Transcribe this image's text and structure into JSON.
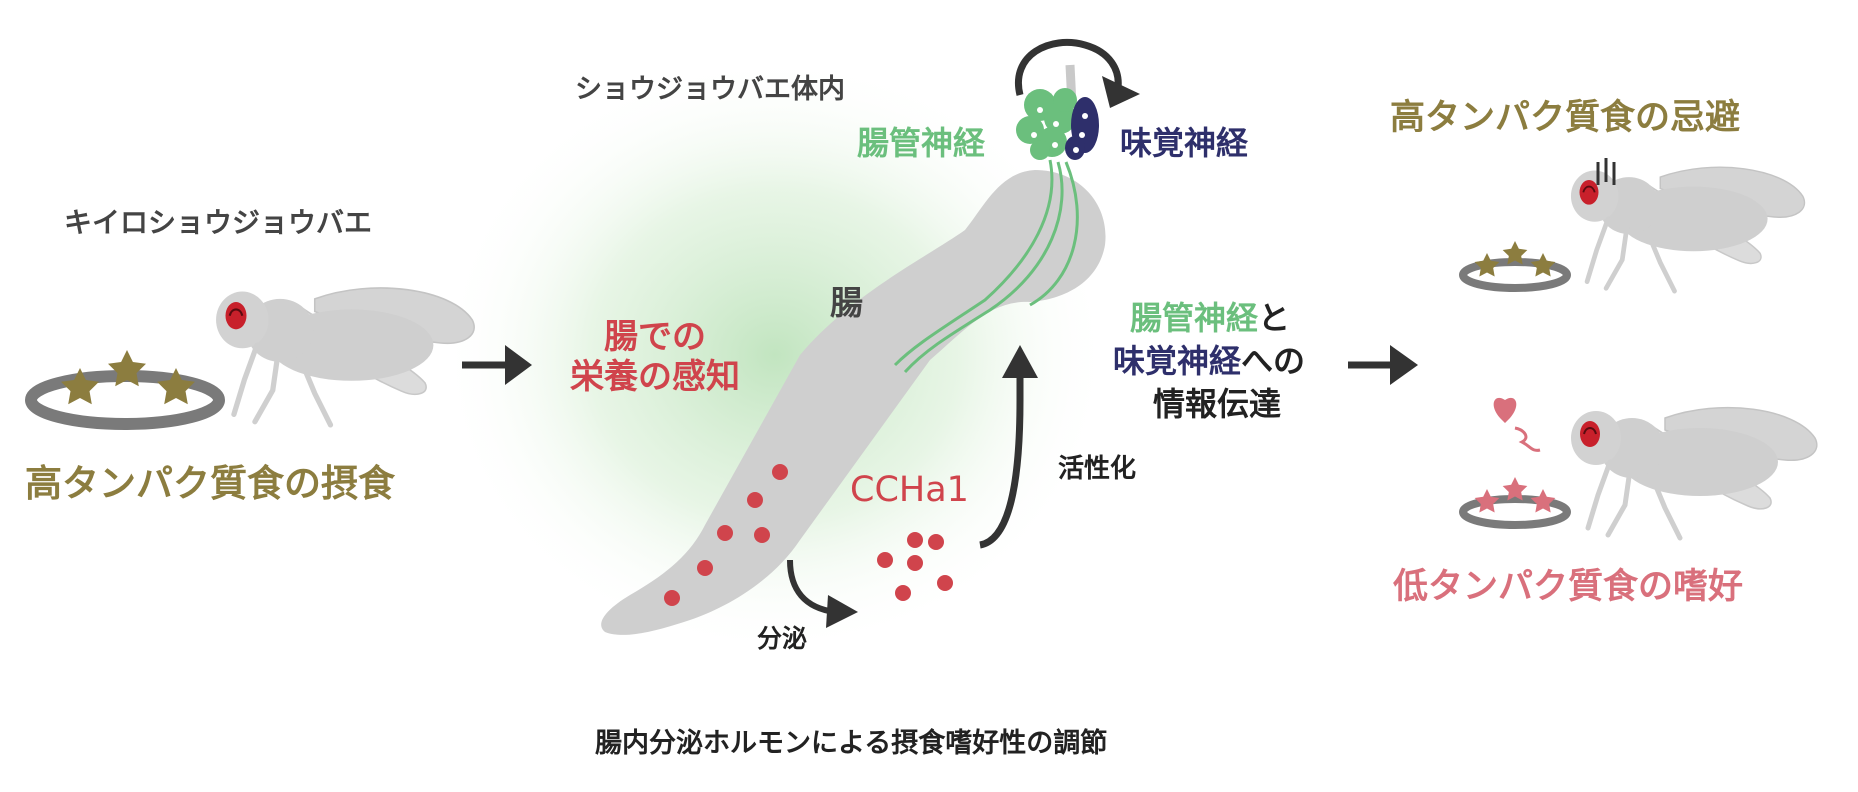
{
  "labels": {
    "left_title": "キイロショウジョウバエ",
    "left_caption": "高タンパク質食の摂食",
    "inside_title": "ショウジョウバエ体内",
    "sensing_line1": "腸での",
    "sensing_line2": "栄養の感知",
    "gut": "腸",
    "enteric_nerve": "腸管神経",
    "taste_nerve": "味覚神経",
    "hormone": "CCHa1",
    "secretion": "分泌",
    "activation": "活性化",
    "transmit_part1": "腸管神経",
    "transmit_part2": "と",
    "transmit_part3": "味覚神経",
    "transmit_part4": "への",
    "transmit_part5": "情報伝達",
    "avoid_caption": "高タンパク質食の忌避",
    "prefer_caption": "低タンパク質食の嗜好",
    "footer": "腸内分泌ホルモンによる摂食嗜好性の調節"
  },
  "colors": {
    "gold": "#8c7d3f",
    "red": "#d0444c",
    "green": "#6bbf7d",
    "navy": "#2e2f6b",
    "pink": "#d9707c",
    "fly_body": "#d4d4d4",
    "fly_eye": "#c8202b",
    "arrow": "#333333"
  },
  "icons": [
    "fly-icon",
    "food-dish-icon",
    "star-icon",
    "heart-icon",
    "arrow-right-icon",
    "curved-arrow-icon"
  ]
}
